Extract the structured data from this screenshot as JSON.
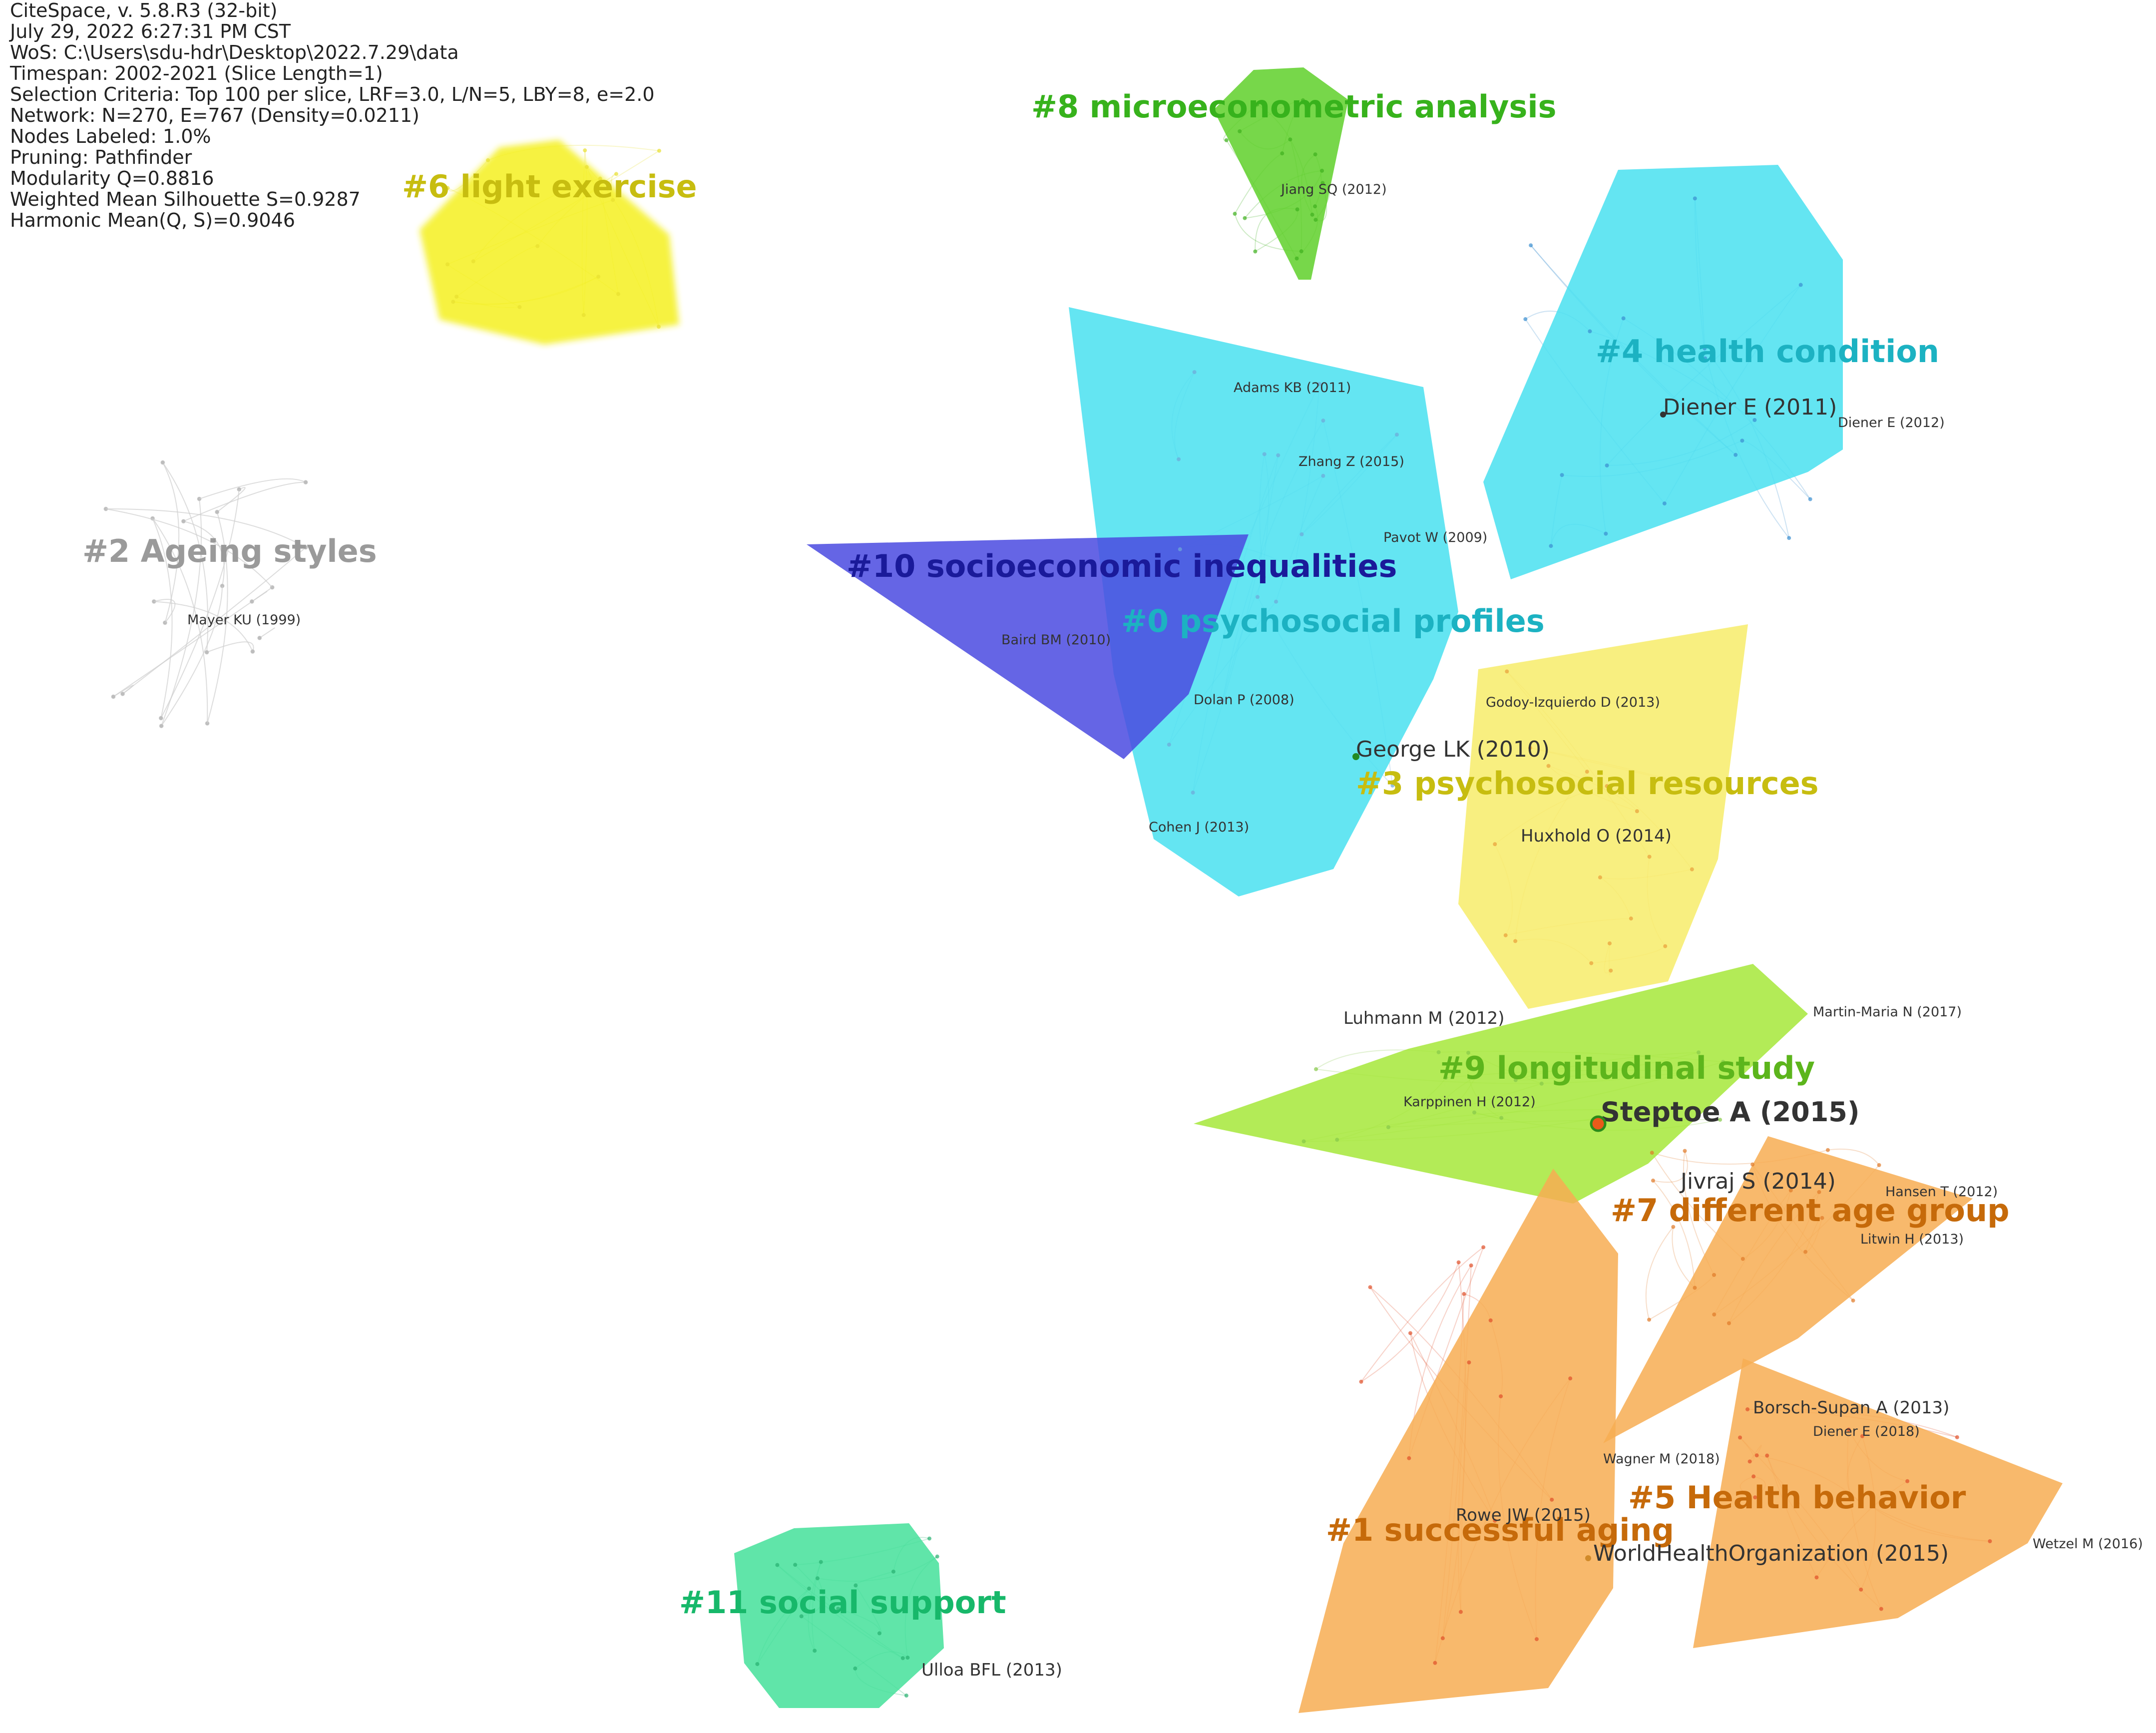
{
  "info": {
    "lines": [
      "CiteSpace, v. 5.8.R3 (32-bit)",
      "July 29, 2022 6:27:31 PM CST",
      "WoS: C:\\Users\\sdu-hdr\\Desktop\\2022.7.29\\data",
      "Timespan: 2002-2021 (Slice Length=1)",
      "Selection Criteria: Top 100 per slice, LRF=3.0, L/N=5, LBY=8, e=2.0",
      "Network: N=270, E=767 (Density=0.0211)",
      "Nodes Labeled: 1.0%",
      "Pruning: Pathfinder",
      "Modularity Q=0.8816",
      "Weighted Mean Silhouette S=0.9287",
      "Harmonic Mean(Q, S)=0.9046"
    ]
  },
  "colors": {
    "yellow": "#f5f01e",
    "green": "#5fd02a",
    "cyan": "#49e1f0",
    "blue": "#4a4ae0",
    "light_yellow": "#f7ec6a",
    "lime": "#a6e83a",
    "orange": "#f7ad52",
    "mint": "#44e09a",
    "grey": "#a0a0a0"
  },
  "clusters": [
    {
      "id": "6",
      "label": "#6 light exercise",
      "color": "#c7bd10"
    },
    {
      "id": "8",
      "label": "#8 microeconometric analysis",
      "color": "#37b21c"
    },
    {
      "id": "4",
      "label": "#4 health condition",
      "color": "#1cb2c2"
    },
    {
      "id": "2",
      "label": "#2 Ageing styles",
      "color": "#9a9a9a"
    },
    {
      "id": "10",
      "label": "#10 socioeconomic inequalities",
      "color": "#1a1a9a"
    },
    {
      "id": "0",
      "label": "#0 psychosocial profiles",
      "color": "#1cb2c2"
    },
    {
      "id": "3",
      "label": "#3 psychosocial resources",
      "color": "#c7bd10"
    },
    {
      "id": "9",
      "label": "#9 longitudinal study",
      "color": "#5cb51c"
    },
    {
      "id": "7",
      "label": "#7 different age group",
      "color": "#c66a0a"
    },
    {
      "id": "5",
      "label": "#5 Health behavior",
      "color": "#c66a0a"
    },
    {
      "id": "1",
      "label": "#1 successful aging",
      "color": "#c66a0a"
    },
    {
      "id": "11",
      "label": "#11 social support",
      "color": "#17b86a"
    }
  ],
  "nodes": [
    {
      "label": "Jiang SQ (2012)"
    },
    {
      "label": "Adams KB (2011)"
    },
    {
      "label": "Zhang Z (2015)"
    },
    {
      "label": "Pavot W (2009)"
    },
    {
      "label": "Diener E (2011)"
    },
    {
      "label": "Diener E (2012)"
    },
    {
      "label": "Mayer KU (1999)"
    },
    {
      "label": "Baird BM (2010)"
    },
    {
      "label": "Dolan P (2008)"
    },
    {
      "label": "Godoy-Izquierdo D (2013)"
    },
    {
      "label": "George LK (2010)"
    },
    {
      "label": "Huxhold O (2014)"
    },
    {
      "label": "Cohen J (2013)"
    },
    {
      "label": "Luhmann M (2012)"
    },
    {
      "label": "Martin-Maria N (2017)"
    },
    {
      "label": "Karppinen H (2012)"
    },
    {
      "label": "Steptoe A (2015)"
    },
    {
      "label": "Jivraj S (2014)"
    },
    {
      "label": "Hansen T (2012)"
    },
    {
      "label": "Litwin H (2013)"
    },
    {
      "label": "Borsch-Supan A (2013)"
    },
    {
      "label": "Diener E (2018)"
    },
    {
      "label": "Wagner M (2018)"
    },
    {
      "label": "Rowe JW (2015)"
    },
    {
      "label": "WorldHealthOrganization (2015)"
    },
    {
      "label": "Wetzel M (2016)"
    },
    {
      "label": "Ulloa BFL (2013)"
    }
  ]
}
